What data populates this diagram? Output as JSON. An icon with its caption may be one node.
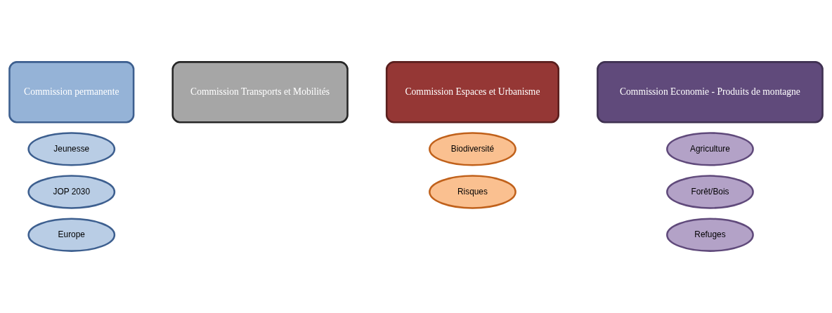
{
  "diagram": {
    "nodes": [
      {
        "text": [
          "Commission permanente"
        ]
      },
      {
        "text": [
          "Commission Transports et Mobilités"
        ]
      },
      {
        "text": [
          "Commission Espaces et Urbanisme"
        ]
      },
      {
        "text": [
          "Commission Economie - Produits de montagne"
        ]
      },
      {
        "text": [
          "Jeunesse"
        ]
      },
      {
        "text": [
          "JOP 2030"
        ]
      },
      {
        "text": [
          "Europe"
        ]
      },
      {
        "text": [
          "Biodiversité"
        ]
      },
      {
        "text": [
          "Risques"
        ]
      },
      {
        "text": [
          "Agriculture"
        ]
      },
      {
        "text": [
          "Forêt/Bois"
        ]
      },
      {
        "text": [
          "Refuges"
        ]
      }
    ],
    "edges": []
  }
}
